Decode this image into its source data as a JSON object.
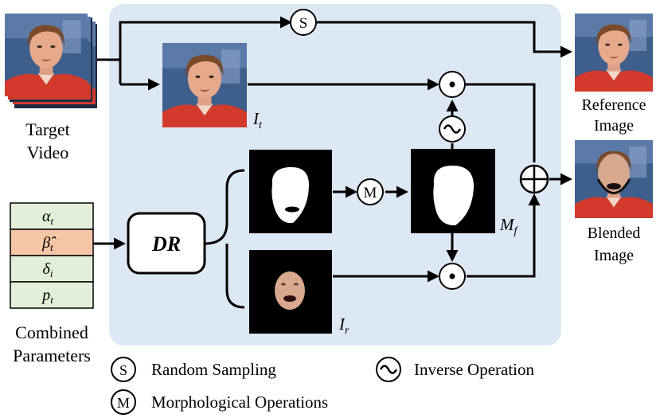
{
  "labels": {
    "target_video_line1": "Target",
    "target_video_line2": "Video",
    "reference_line1": "Reference",
    "reference_line2": "Image",
    "blended_line1": "Blended",
    "blended_line2": "Image",
    "combined_line1": "Combined",
    "combined_line2": "Parameters",
    "dr": "DR",
    "i_t": "I",
    "i_t_sub": "t",
    "i_r": "I",
    "i_r_sub": "r",
    "m_f": "M",
    "m_f_sub": "f"
  },
  "parameters": [
    {
      "symbol": "α",
      "sub": "t",
      "color": "#e4efd9"
    },
    {
      "symbol": "β̂",
      "sub": "t",
      "color": "#f5c6a6"
    },
    {
      "symbol": "δ",
      "sub": "i",
      "color": "#e4efd9"
    },
    {
      "symbol": "p",
      "sub": "t",
      "color": "#e4efd9"
    }
  ],
  "ops": {
    "sampling": "S",
    "morph": "M",
    "inverse": "~",
    "multiply": "•"
  },
  "legend": {
    "sampling_symbol": "S",
    "sampling_label": "Random Sampling",
    "inverse_label": "Inverse Operation",
    "morph_symbol": "M",
    "morph_label": "Morphological Operations"
  },
  "colors": {
    "panel": "#dde8f5",
    "param_green": "#e4efd9",
    "param_orange": "#f5c6a6",
    "shirt_red": "#d23a2c",
    "skin": "#e6a98c",
    "hair": "#7a4a2a",
    "bg_blue": "#3e5e8c"
  }
}
